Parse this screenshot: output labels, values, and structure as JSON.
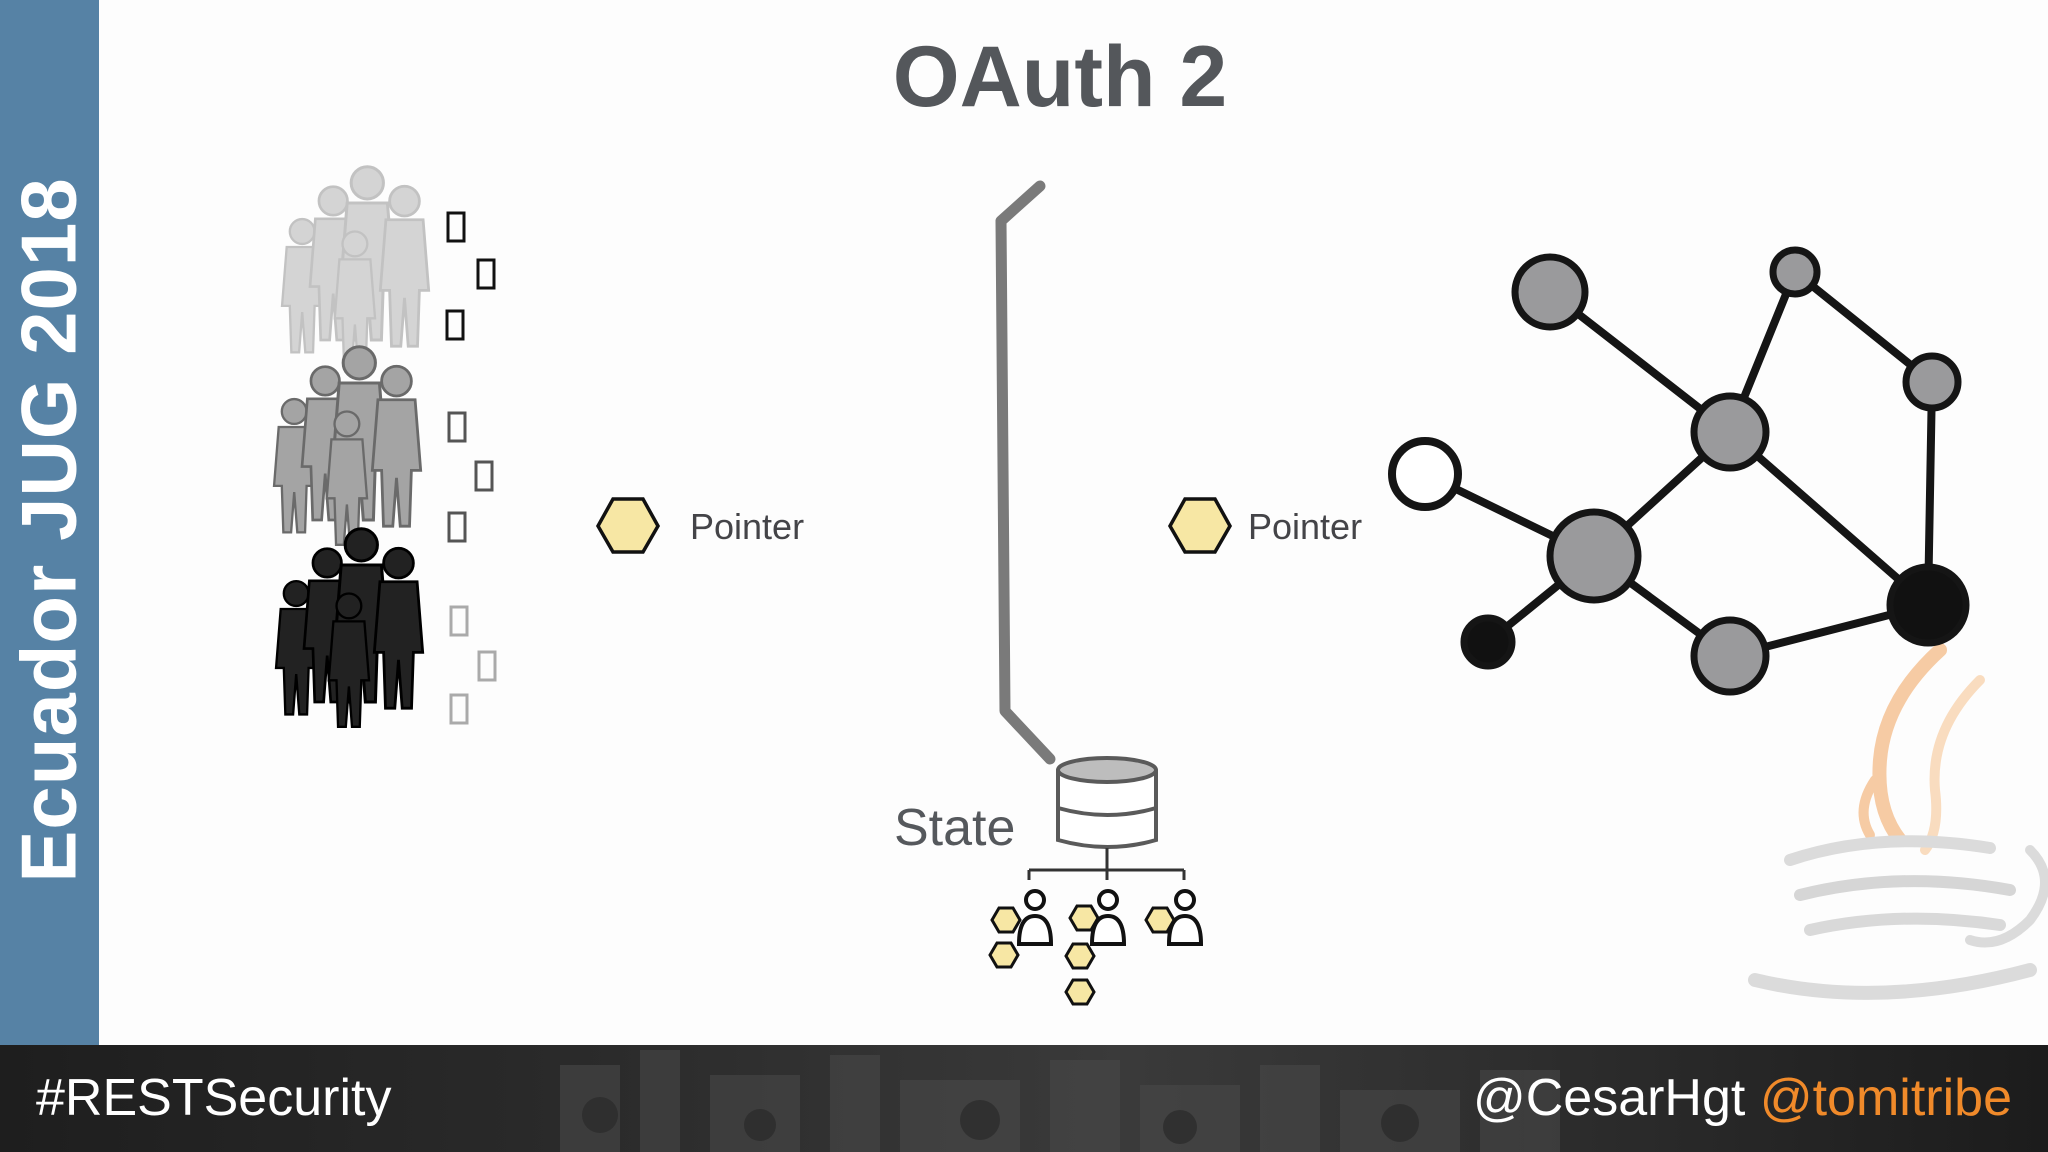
{
  "sidebar": {
    "text": "Ecuador JUG 2018",
    "color": "#5682a5"
  },
  "title": "OAuth 2",
  "left_pointer": {
    "label": "Pointer",
    "icon": "hexagon-token-icon"
  },
  "right_pointer": {
    "label": "Pointer",
    "icon": "hexagon-token-icon"
  },
  "state": {
    "label": "State",
    "icon": "database-icon"
  },
  "glyph_columns": [
    {
      "color": "#111111"
    },
    {
      "color": "#555555"
    },
    {
      "color": "#aaaaaa"
    }
  ],
  "footer": {
    "hashtag": "#RESTSecurity",
    "handle_1": "@CesarHgt",
    "handle_2": "@tomitribe",
    "accent_color": "#f08a2a"
  },
  "colors": {
    "hexagon_fill": "#f7e7a4",
    "node_gray": "#9a9a9c",
    "node_dark": "#111111",
    "title": "#54575b"
  }
}
